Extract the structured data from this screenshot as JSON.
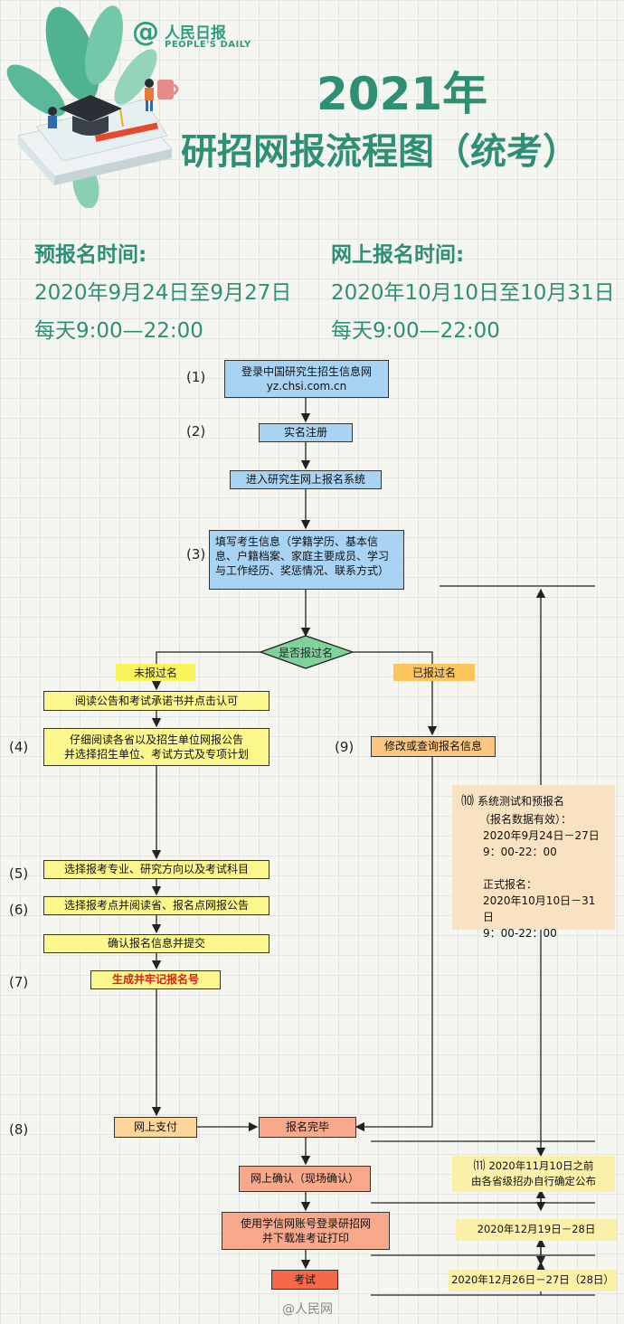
{
  "header": {
    "logo_at": "@",
    "logo_cn": "人民日报",
    "logo_en": "PEOPLE'S DAILY",
    "title_line1": "2021年",
    "title_line2": "研招网报流程图（统考）"
  },
  "times": {
    "pre": {
      "heading": "预报名时间:",
      "dates": "2020年9月24日至9月27日",
      "hours": "每天9:00—22:00"
    },
    "online": {
      "heading": "网上报名时间:",
      "dates": "2020年10月10日至10月31日",
      "hours": "每天9:00—22:00"
    }
  },
  "steps": {
    "s1": "(1)",
    "s2": "(2)",
    "s3": "(3)",
    "s4": "(4)",
    "s5": "(5)",
    "s6": "(6)",
    "s7": "(7)",
    "s8": "(8)",
    "s9": "(9)",
    "s10": "⑽",
    "s11": "⑾"
  },
  "flow": {
    "login": [
      "登录中国研究生招生信息网",
      "yz.chsi.com.cn"
    ],
    "register": "实名注册",
    "enter_system": "进入研究生网上报名系统",
    "fill_info": [
      "填写考生信息（学籍学历、基本信",
      "息、户籍档案、家庭主要成员、学习",
      "与工作经历、奖惩情况、联系方式）"
    ],
    "decision": "是否报过名",
    "not_registered": "未报过名",
    "registered": "已报过名",
    "read_notice": "阅读公告和考试承诺书并点击认可",
    "read_detail": [
      "仔细阅读各省以及招生单位网报公告",
      "并选择招生单位、考试方式及专项计划"
    ],
    "modify": "修改或查询报名信息",
    "choose_major": "选择报考专业、研究方向以及考试科目",
    "choose_site": "选择报考点并阅读省、报名点网报公告",
    "confirm_submit": "确认报名信息并提交",
    "gen_number": "生成并牢记报名号",
    "pay": "网上支付",
    "complete": "报名完毕",
    "online_confirm": "网上确认（现场确认）",
    "download": [
      "使用学信网账号登录研招网",
      "并下载准考证打印"
    ],
    "exam": "考试"
  },
  "schedule": {
    "box10": [
      "系统测试和预报名",
      "（报名数据有效）：",
      "2020年9月24日－27日",
      "9：00-22：00",
      "",
      "正式报名：",
      "2020年10月10日－31日",
      "9：00-22：00"
    ],
    "box11": [
      "2020年11月10日之前",
      "由各省级招办自行确定公布"
    ],
    "box12": "2020年12月19日－28日",
    "box13": "2020年12月26日－27日（28日）"
  },
  "watermark": "@人民网"
}
